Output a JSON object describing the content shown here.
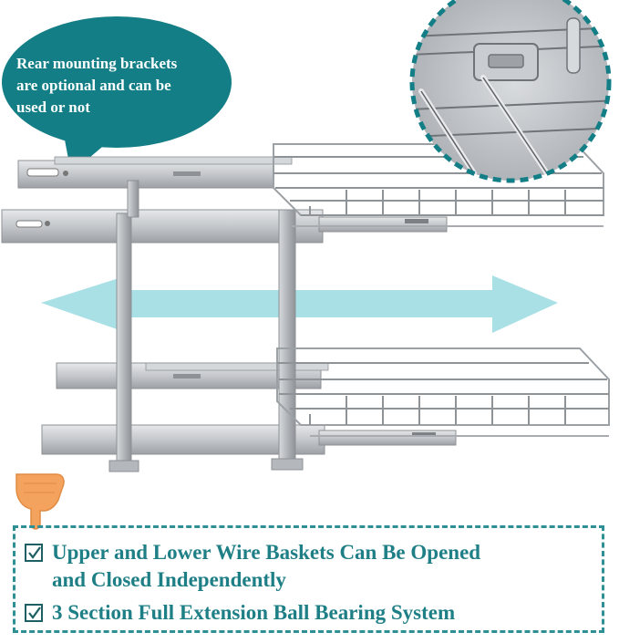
{
  "callout": {
    "line1": "Rear mounting brackets",
    "line2": "are optional and can be",
    "line3": "used or not"
  },
  "features": [
    {
      "line1": "Upper and Lower Wire Baskets Can Be Opened",
      "line2": "and Closed Independently"
    },
    {
      "line1": "3 Section Full Extension Ball Bearing System"
    }
  ],
  "colors": {
    "bubble": "#137e86",
    "arrow": "#a9e0e6",
    "text": "#1f7f86",
    "metal": "#b9bcc0",
    "dashed_border": "#2e8f95"
  },
  "icons": {
    "pointer": "pointing-hand-icon",
    "check": "checkbox-checked-icon"
  }
}
